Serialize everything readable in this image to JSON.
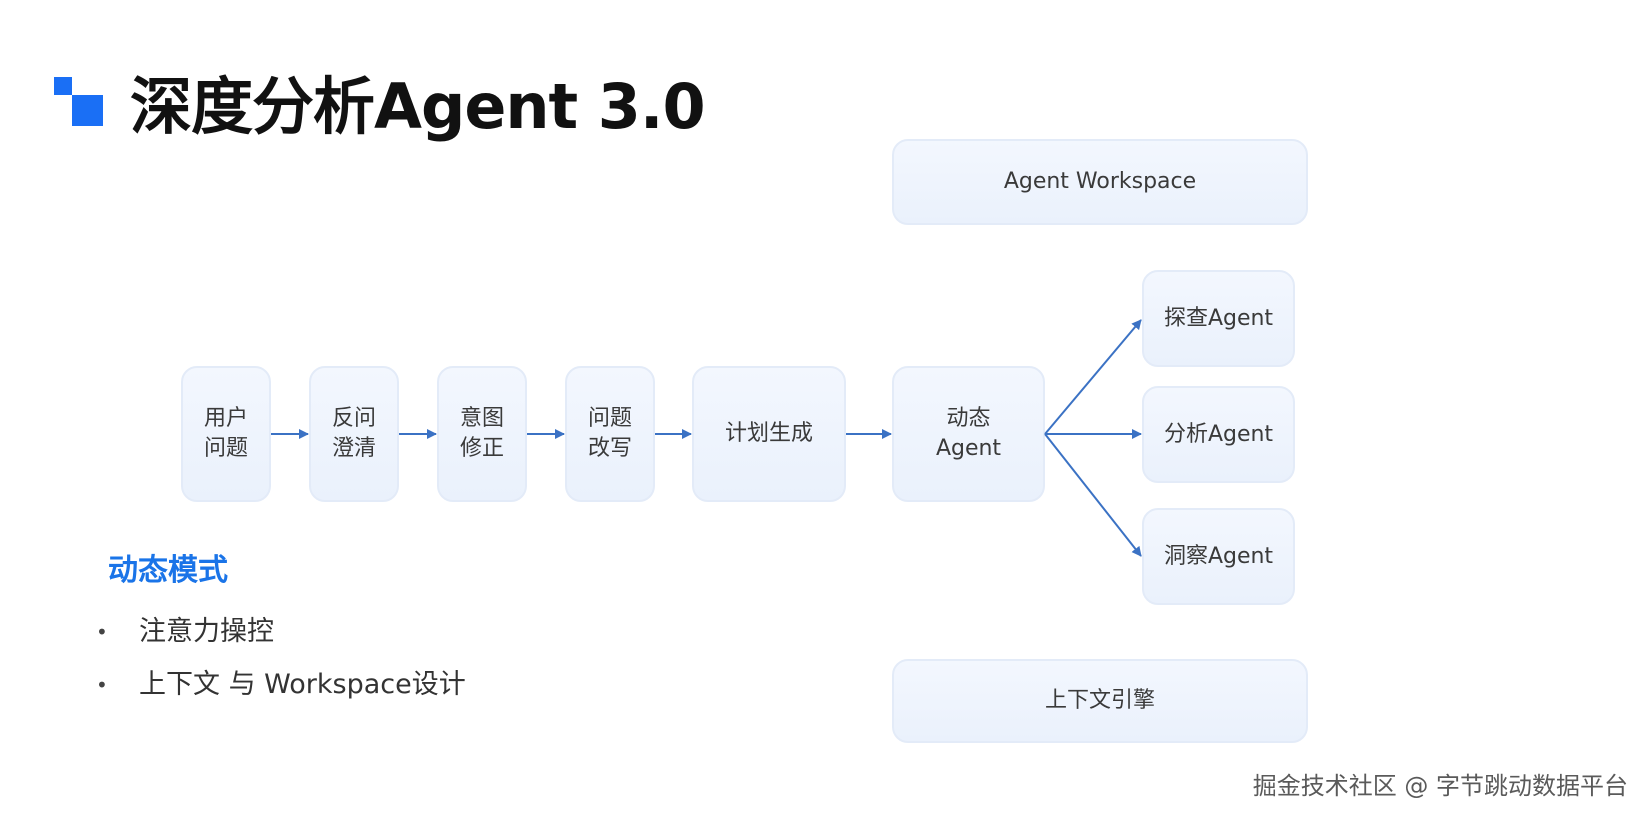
{
  "title": "深度分析Agent 3.0",
  "flow": {
    "steps": [
      "用户\n问题",
      "反问\n澄清",
      "意图\n修正",
      "问题\n改写",
      "计划生成",
      "动态\nAgent"
    ],
    "branches": [
      "探查Agent",
      "分析Agent",
      "洞察Agent"
    ],
    "workspace": "Agent Workspace",
    "context_engine": "上下文引擎"
  },
  "section": {
    "title": "动态模式",
    "bullets": [
      "注意力操控",
      "上下文 与 Workspace设计"
    ]
  },
  "watermark": "掘金技术社区 @ 字节跳动数据平台",
  "colors": {
    "accent": "#1a74e8",
    "logo": "#1a6ff5",
    "arrow": "#3b72c4",
    "box_fill": "#eef3fc",
    "box_border": "#e3ebf8"
  }
}
